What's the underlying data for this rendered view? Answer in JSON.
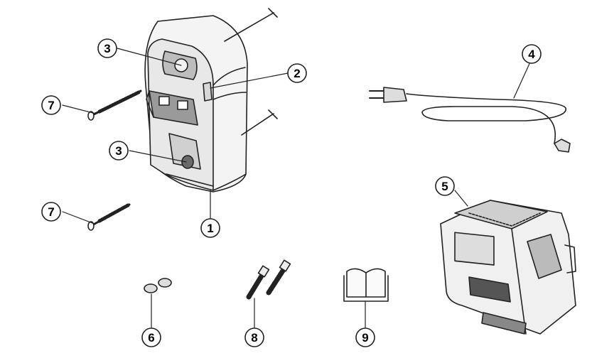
{
  "callouts": [
    {
      "id": "c1",
      "label": "1"
    },
    {
      "id": "c2",
      "label": "2"
    },
    {
      "id": "c3a",
      "label": "3"
    },
    {
      "id": "c3b",
      "label": "3"
    },
    {
      "id": "c4",
      "label": "4"
    },
    {
      "id": "c5",
      "label": "5"
    },
    {
      "id": "c6",
      "label": "6"
    },
    {
      "id": "c7a",
      "label": "7"
    },
    {
      "id": "c7b",
      "label": "7"
    },
    {
      "id": "c8",
      "label": "8"
    },
    {
      "id": "c9",
      "label": "9"
    }
  ],
  "parts": {
    "charger": "charger-wall-mount",
    "power_cord": "power-cord",
    "battery": "battery-pack",
    "screws": "mounting-screws",
    "caps": "screw-caps",
    "anchors": "wall-anchors",
    "manual": "manual-book"
  }
}
